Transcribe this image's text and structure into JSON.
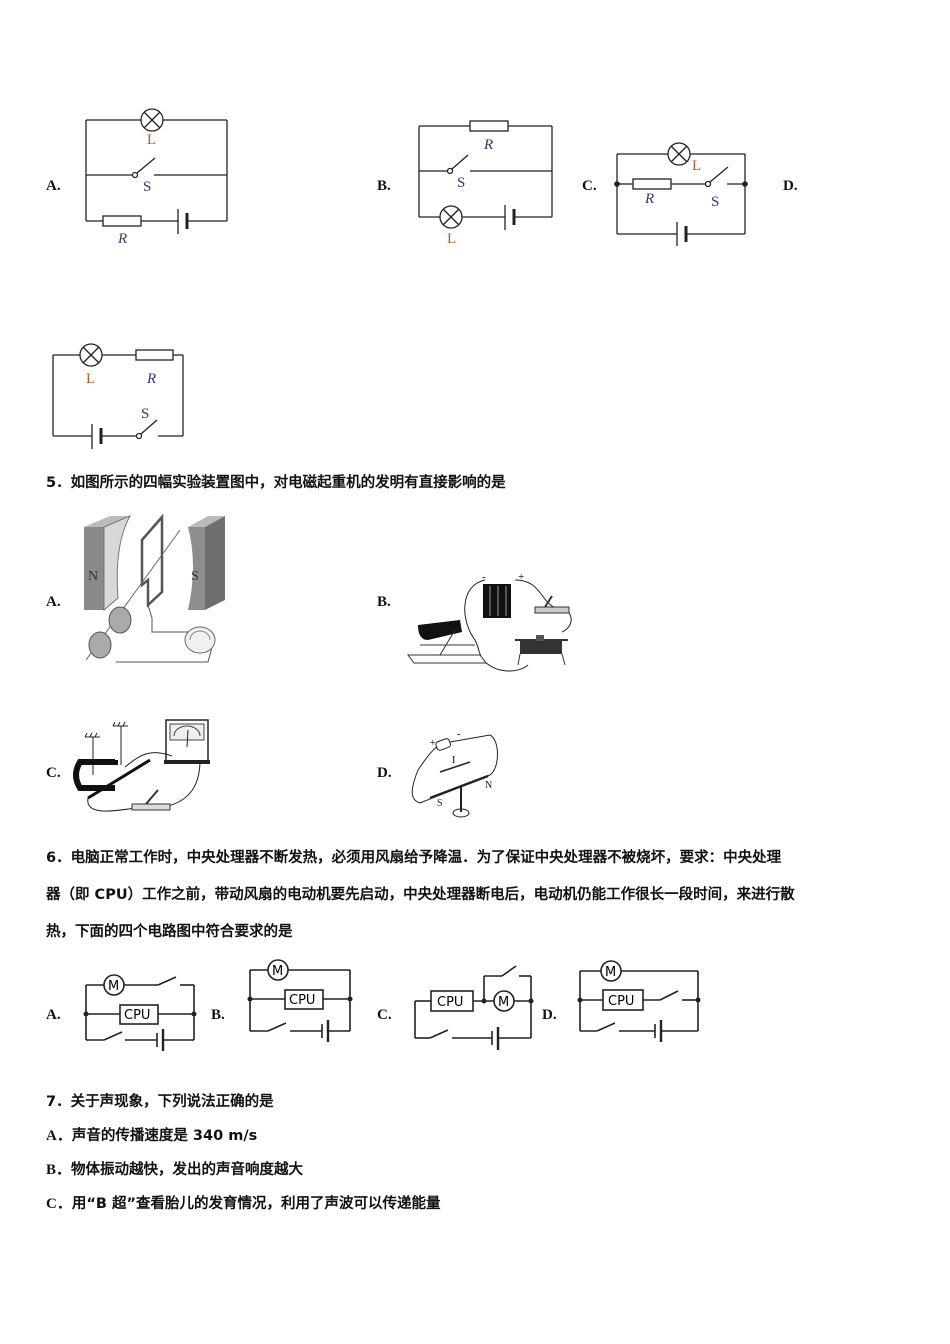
{
  "q4_options": {
    "a_label": "A.",
    "b_label": "B.",
    "c_label": "C.",
    "d_label": "D.",
    "circuit_labels": {
      "lamp": "L",
      "switch": "S",
      "resistor": "R"
    }
  },
  "q5": {
    "question": "5．如图所示的四幅实验装置图中，对电磁起重机的发明有直接影响的是",
    "options": [
      {
        "label": "A.",
        "image": "generator-experiment",
        "magnet_n": "N",
        "magnet_s": "S"
      },
      {
        "label": "B.",
        "image": "electromagnet-rheostat-experiment",
        "minus": "-",
        "plus": "+"
      },
      {
        "label": "C.",
        "image": "electromagnetic-induction-galvanometer"
      },
      {
        "label": "D.",
        "image": "oersted-experiment",
        "current": "I",
        "north": "N",
        "south": "S",
        "plus": "+",
        "minus": "-"
      }
    ]
  },
  "q6": {
    "question": "6．电脑正常工作时，中央处理器不断发热，必须用风扇给予降温．为了保证中央处理器不被烧坏，要求：中央处理器（即CPU）工作之前，带动风扇的电动机要先启动，中央处理器断电后，电动机仍能工作很长一段时间，来进行散热，下面的四个电路图中符合要求的是",
    "line1": "6．电脑正常工作时，中央处理器不断发热，必须用风扇给予降温．为了保证中央处理器不被烧坏，要求：中央处理",
    "line2": "器（即 CPU）工作之前，带动风扇的电动机要先启动，中央处理器断电后，电动机仍能工作很长一段时间，来进行散",
    "line3": "热，下面的四个电路图中符合要求的是",
    "options": [
      {
        "label": "A."
      },
      {
        "label": "B."
      },
      {
        "label": "C."
      },
      {
        "label": "D."
      }
    ],
    "cpu_text": "CPU",
    "motor_text": "M"
  },
  "q7": {
    "question": "7．关于声现象，下列说法正确的是",
    "options": [
      {
        "label": "A．",
        "text": "声音的传播速度是 340 m/s"
      },
      {
        "label": "B．",
        "text": "物体振动越快，发出的声音响度越大"
      },
      {
        "label": "C．",
        "text": "用“B 超”查看胎儿的发育情况，利用了声波可以传递能量"
      }
    ]
  }
}
